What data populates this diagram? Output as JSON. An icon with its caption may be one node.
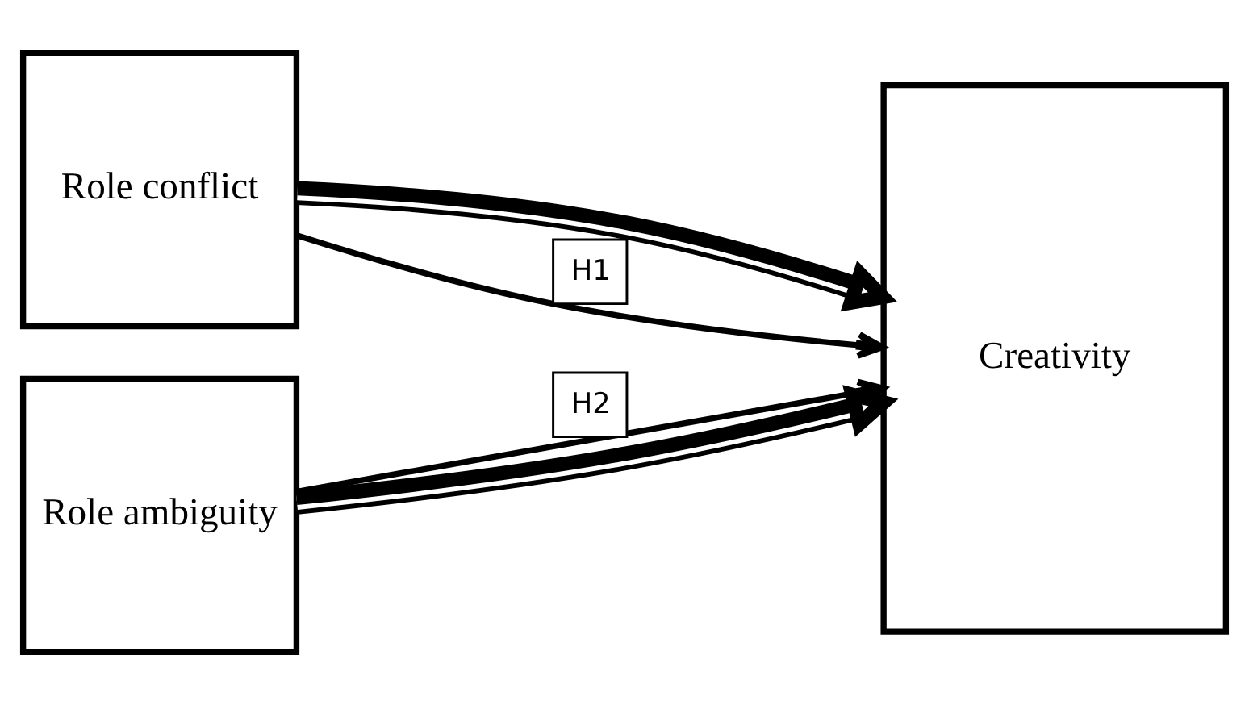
{
  "diagram": {
    "nodes": [
      {
        "text": [
          "Role conflict"
        ]
      },
      {
        "text": [
          "Role ambiguity"
        ]
      },
      {
        "text": [
          "Creativity"
        ]
      }
    ],
    "edges": [
      {
        "from": 0,
        "to": 2,
        "arrow": "to",
        "style": "thick"
      },
      {
        "from": 0,
        "to": 2,
        "arrow": "to",
        "label": "H1"
      },
      {
        "from": 1,
        "to": 2,
        "arrow": "to",
        "label": "H2"
      },
      {
        "from": 1,
        "to": 2,
        "arrow": "to",
        "style": "thick"
      }
    ]
  }
}
